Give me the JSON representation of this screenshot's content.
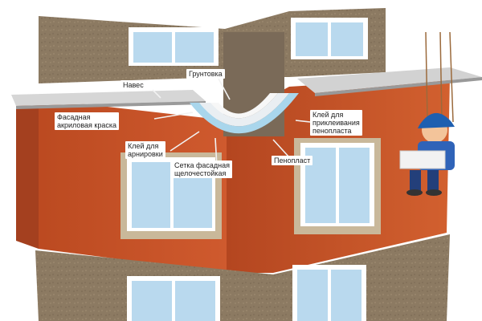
{
  "labels": {
    "naves": "Навес",
    "gruntovka": "Грунтовка",
    "kraska": "Фасадная\nакриловая краска",
    "klej_armirovki": "Клей для\nарнировки",
    "setka": "Сетка фасадная\nщелочестойкая",
    "klej_penoplasta": "Клей для\nприклеивания\nпенопласта",
    "penoplast": "Пенопласт"
  },
  "colors": {
    "brick": "#c8522a",
    "brick_shadow": "#a4401f",
    "stone": "#8c7a62",
    "window_glass": "#b9d9ee",
    "window_frame": "#ffffff",
    "sill": "#c9b89a",
    "canopy": "#cfcfcf",
    "foam": "#e9eef2",
    "mesh": "#a9d6ec",
    "primer": "#7a6a58",
    "helmet": "#1e5fb0"
  }
}
